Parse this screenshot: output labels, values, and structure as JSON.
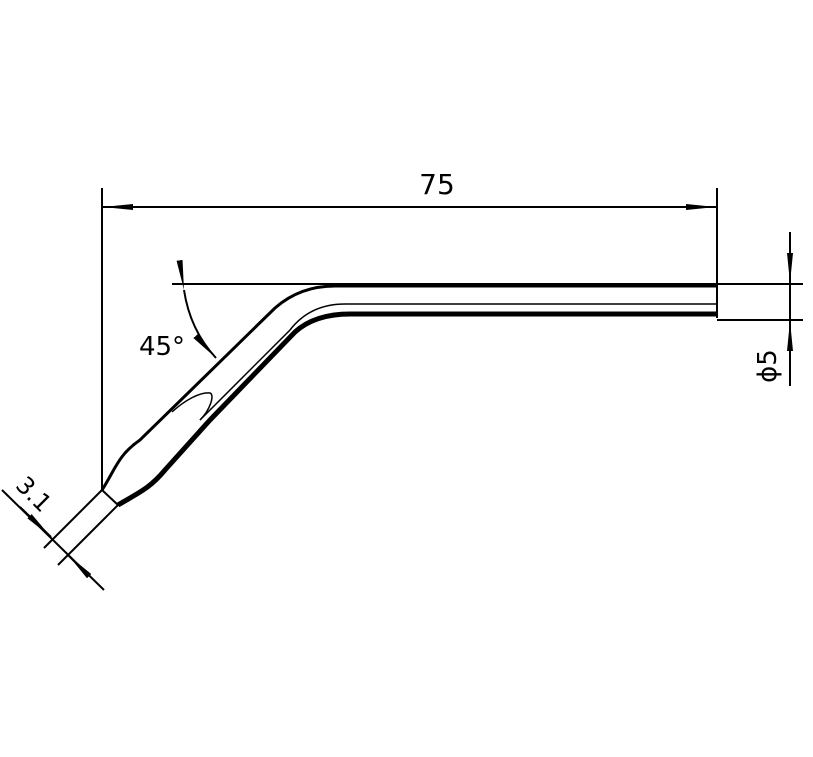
{
  "drawing": {
    "length_label": "75",
    "angle_label": "45°",
    "diameter_label": "ϕ5",
    "tip_width_label": "3.1",
    "line_color": "#000000",
    "background": "#ffffff"
  }
}
